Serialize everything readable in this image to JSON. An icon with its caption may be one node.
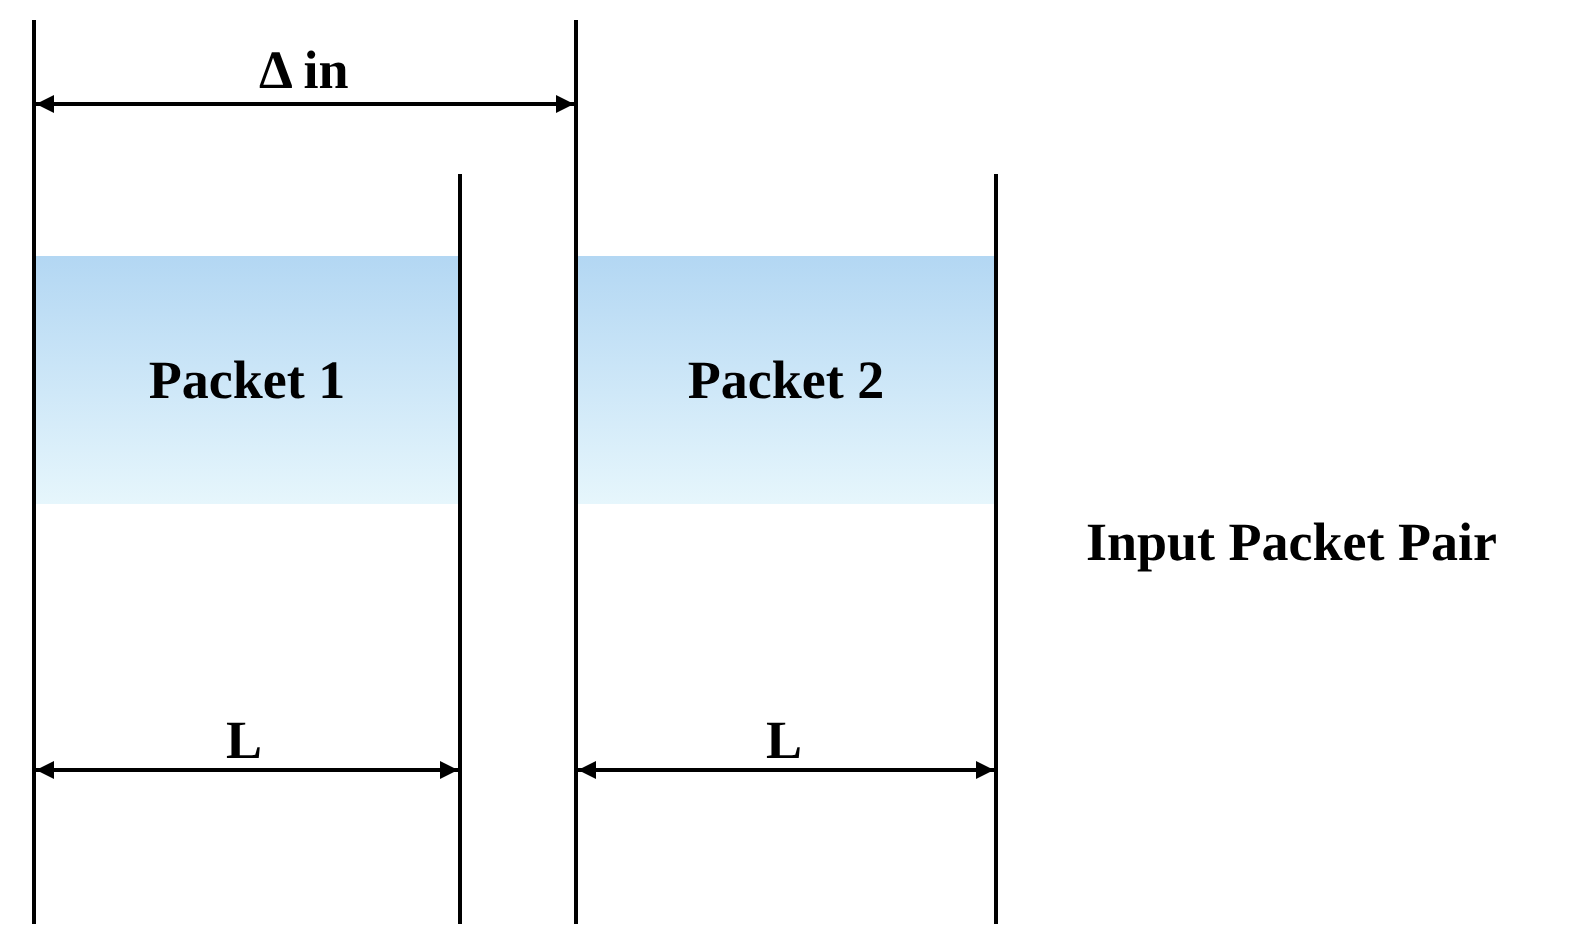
{
  "diagram": {
    "nodes": [
      {
        "text": [
          "Packet 1"
        ]
      },
      {
        "text": [
          "Packet 2"
        ]
      }
    ],
    "labels": [
      "Δ in",
      "L",
      "L",
      "Input Packet Pair"
    ]
  }
}
